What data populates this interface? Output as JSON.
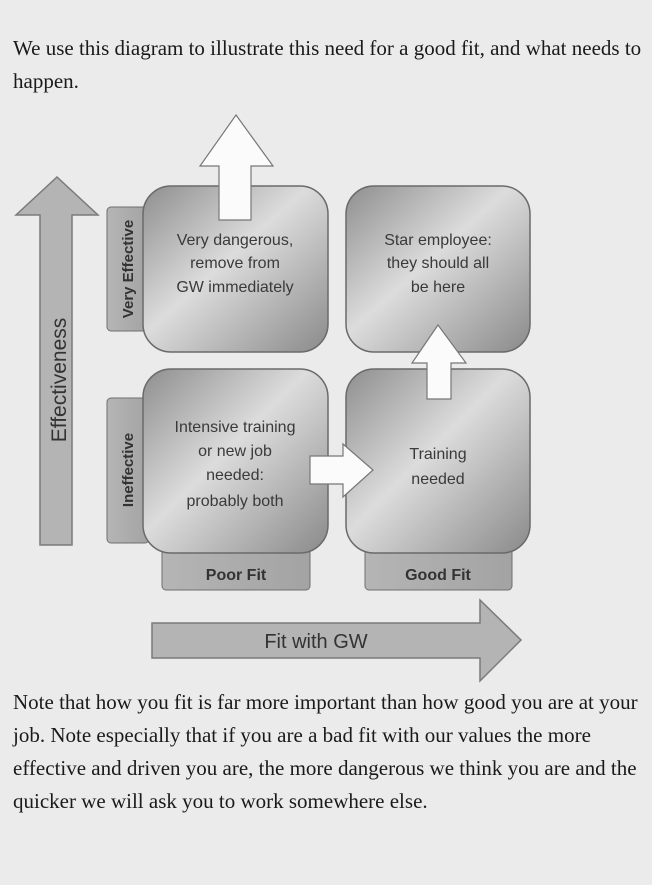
{
  "intro_text": "We use this diagram to illustrate this need for a good fit, and what needs to happen.",
  "diagram": {
    "y_axis_label": "Effectiveness",
    "x_axis_label": "Fit with GW",
    "row_labels": [
      "Very Effective",
      "Ineffective"
    ],
    "column_labels": [
      "Poor Fit",
      "Good Fit"
    ],
    "quadrants": {
      "top_left": [
        "Very dangerous,",
        "remove from",
        "GW immediately"
      ],
      "top_right": [
        "Star employee:",
        "they should all",
        "be here"
      ],
      "bottom_left": [
        "Intensive training",
        "or new job",
        "needed:",
        "probably both"
      ],
      "bottom_right": [
        "Training",
        "needed"
      ]
    }
  },
  "closing_text": "Note that how you fit is far more important than how good you are at your job. Note especially that if you are a bad fit with our values the more effective and driven you are, the more dangerous we think you are and the quicker we will ask you to work somewhere else."
}
